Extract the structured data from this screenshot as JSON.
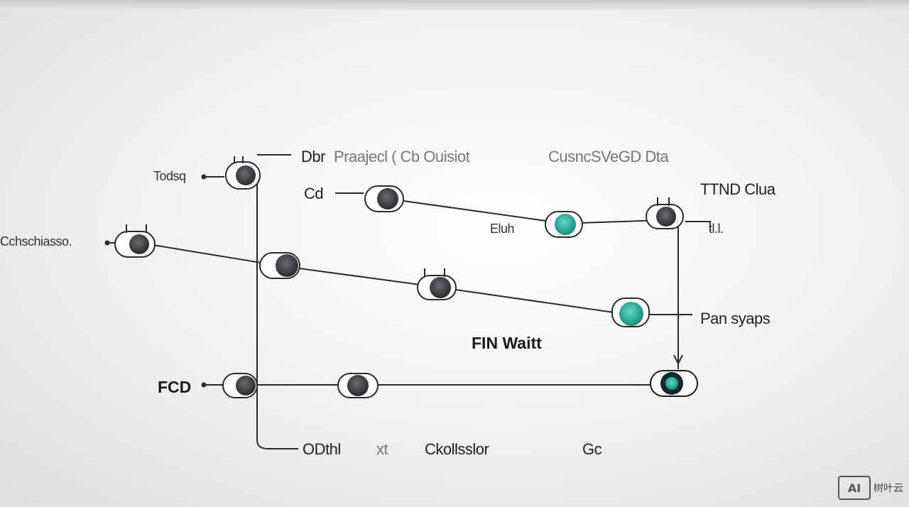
{
  "labels": {
    "top_left_title": "Dbr",
    "top_title": "Praajecl ( Cb Ouisiot",
    "top_right_title": "CusncSVeGD Dta",
    "right_upper": "TTND Clua",
    "left_top": "Todsq",
    "node_small": "Cd",
    "mid_node": "Eluh",
    "right_ticks": "tl.l.",
    "left_mid": "Cchschiasso.",
    "right_mid": "Pan syaps",
    "center_label": "FIN Waitt",
    "left_bottom": "FCD",
    "bottom_left": "ODthl",
    "bottom_left_faint": "xt",
    "bottom_mid": "Ckollsslor",
    "bottom_right": "Gc"
  },
  "watermark": {
    "badge": "AI",
    "text": "树叶云"
  },
  "colors": {
    "node_dark": "#3b3b40",
    "node_accent": "#2ab09a",
    "line": "#2a2a2a"
  }
}
